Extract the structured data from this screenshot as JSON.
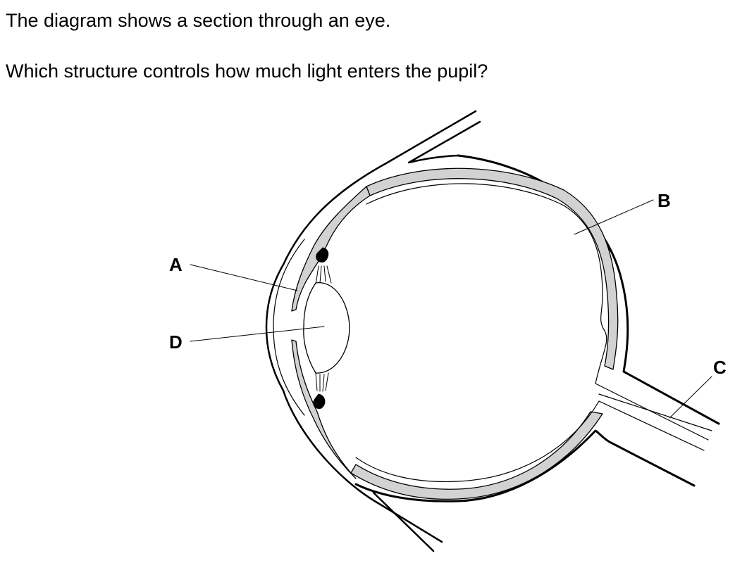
{
  "question": {
    "line1": "The diagram shows a section through an eye.",
    "line2": "Which structure controls how much light enters the pupil?"
  },
  "diagram": {
    "labels": {
      "a": "A",
      "b": "B",
      "c": "C",
      "d": "D"
    },
    "colors": {
      "ink": "#000000",
      "shade": "#d2d2d2",
      "background": "#ffffff"
    }
  }
}
